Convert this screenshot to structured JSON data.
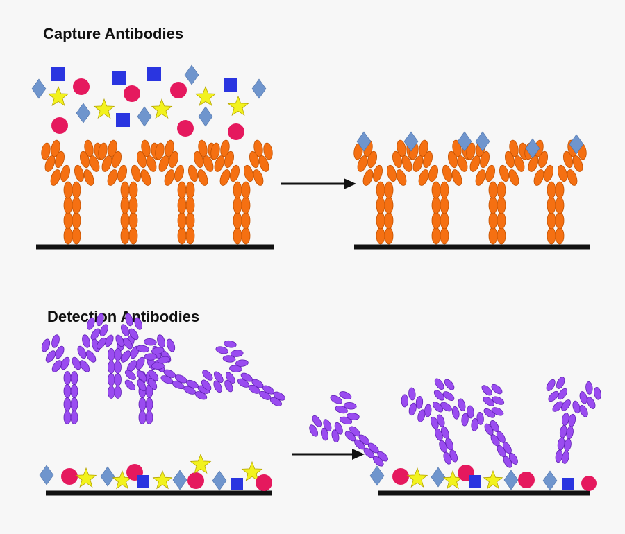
{
  "panels": {
    "capture": {
      "title": "Capture Antibodies"
    },
    "detection": {
      "title": "Detection Antibodies"
    }
  },
  "legend_shapes": {
    "antigen": "blue diamond",
    "other_molecules": [
      "blue square",
      "pink circle",
      "yellow star"
    ],
    "capture_antibody": "orange Y",
    "detection_antibody": "purple Y"
  },
  "colors": {
    "capture_antibody": "#f57012",
    "capture_antibody_stroke": "#c45200",
    "detection_antibody": "#9a4cf0",
    "detection_antibody_stroke": "#5f1fb3",
    "diamond": "#6f95cd",
    "square": "#2a35e0",
    "circle": "#e5195e",
    "star": "#f2f21e",
    "surface": "#111111",
    "arrow": "#111111",
    "background": "#f7f7f7"
  }
}
